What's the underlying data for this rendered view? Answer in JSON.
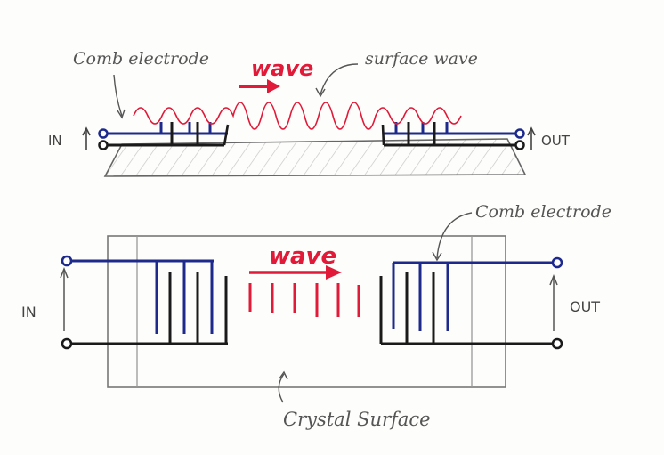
{
  "top_view": {
    "comb_label": "Comb electrode",
    "wave_label": "wave",
    "surface_label": "surface wave",
    "in_label": "IN",
    "out_label": "OUT"
  },
  "bottom_view": {
    "comb_label": "Comb electrode",
    "wave_label": "wave",
    "in_label": "IN",
    "out_label": "OUT",
    "crystal_label": "Crystal Surface"
  },
  "colors": {
    "signal_line": "#1d2a8c",
    "ground_line": "#1a1a1a",
    "wave": "#e01a38",
    "outline": "#777777"
  }
}
